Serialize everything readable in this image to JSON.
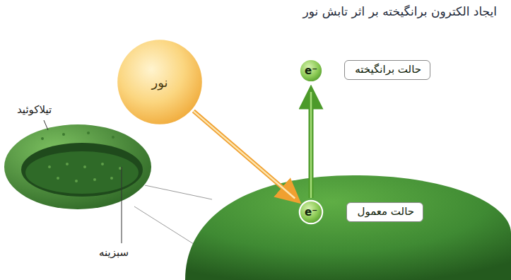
{
  "diagram": {
    "title": "ایجاد الکترون برانگیخته بر اثر تابش نور",
    "nodes": [
      {
        "text": [
          "نور"
        ]
      },
      {
        "text": [
          "e⁻"
        ]
      },
      {
        "text": [
          "حالت برانگیخته"
        ]
      },
      {
        "text": [
          "e⁻"
        ]
      },
      {
        "text": [
          "حالت معمول"
        ]
      }
    ],
    "edges": [
      {
        "from": 0,
        "to": 3,
        "arrow": "to"
      },
      {
        "from": 3,
        "to": 1,
        "arrow": "to"
      }
    ],
    "labels": [
      "تیلاکوئید",
      "سبزینه"
    ]
  }
}
